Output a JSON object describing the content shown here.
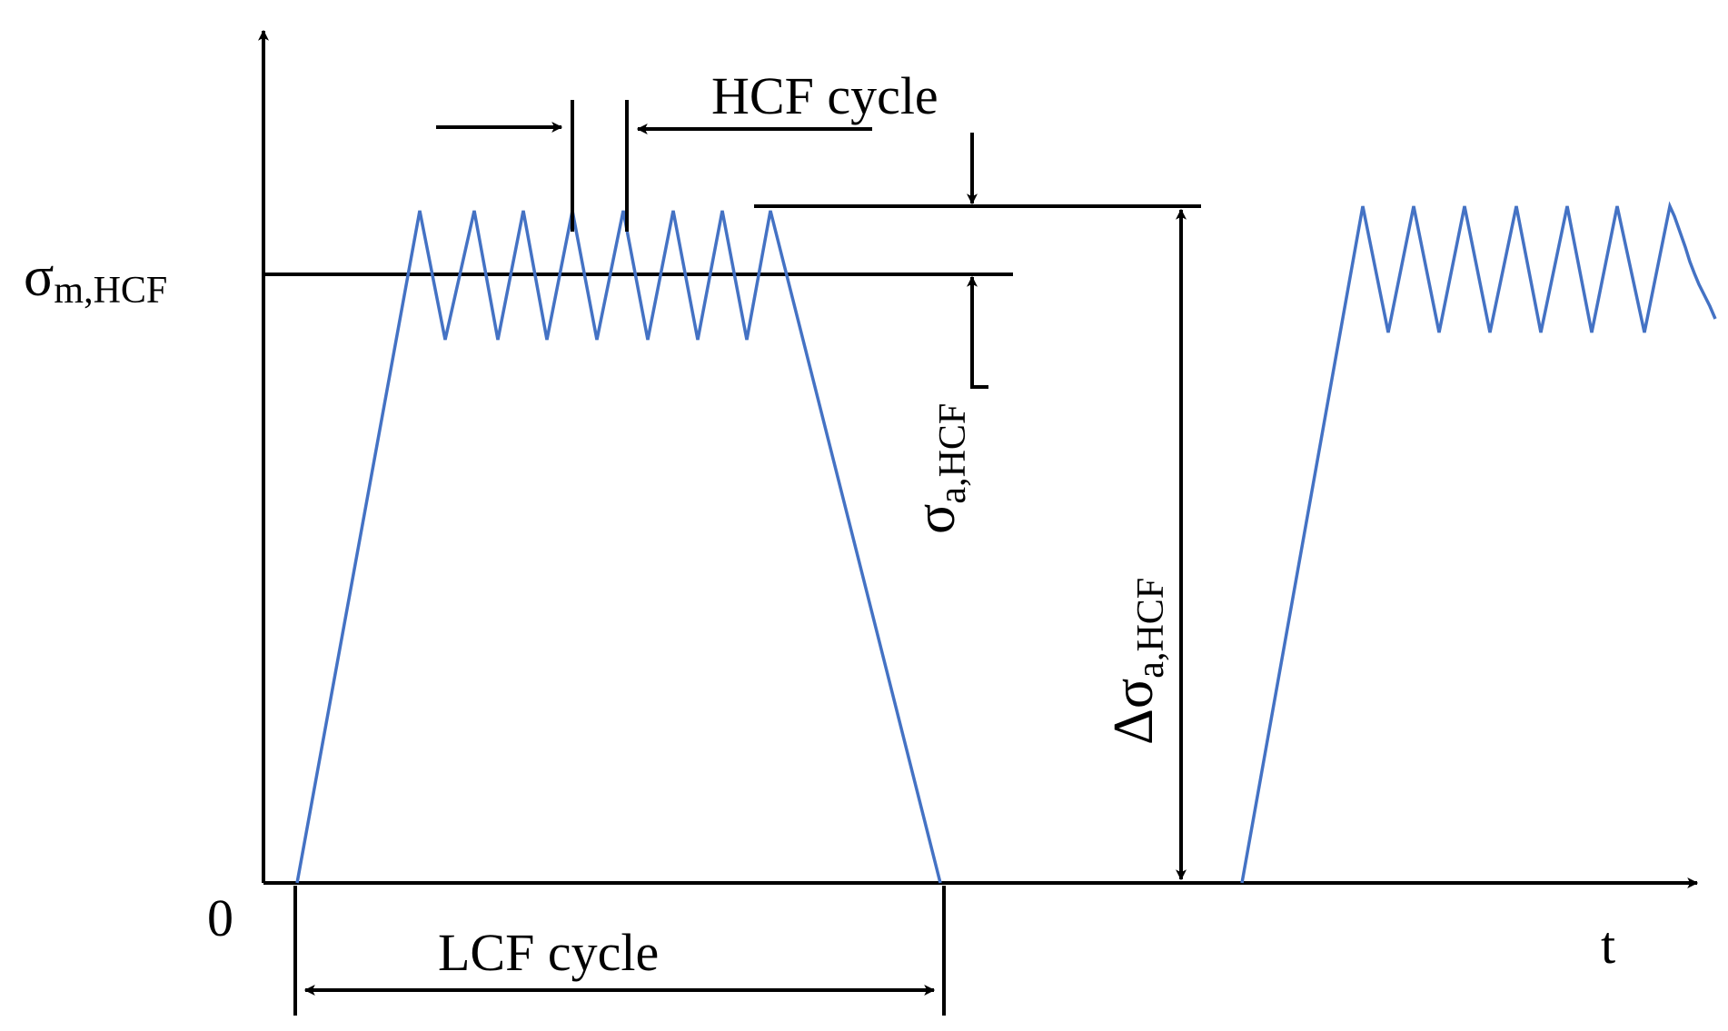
{
  "colors": {
    "wave": "#4472c4",
    "ink": "#000000",
    "background": "#ffffff"
  },
  "labels": {
    "origin": "0",
    "x_axis": "t",
    "hcf_cycle": "HCF cycle",
    "lcf_cycle": "LCF cycle",
    "sigma_mean": {
      "symbol": "σ",
      "subscript": "m,HCF"
    },
    "sigma_amplitude": {
      "symbol": "σ",
      "subscript": "a,HCF"
    },
    "delta_sigma": {
      "symbol": "Δσ",
      "subscript": "a,HCF"
    }
  }
}
